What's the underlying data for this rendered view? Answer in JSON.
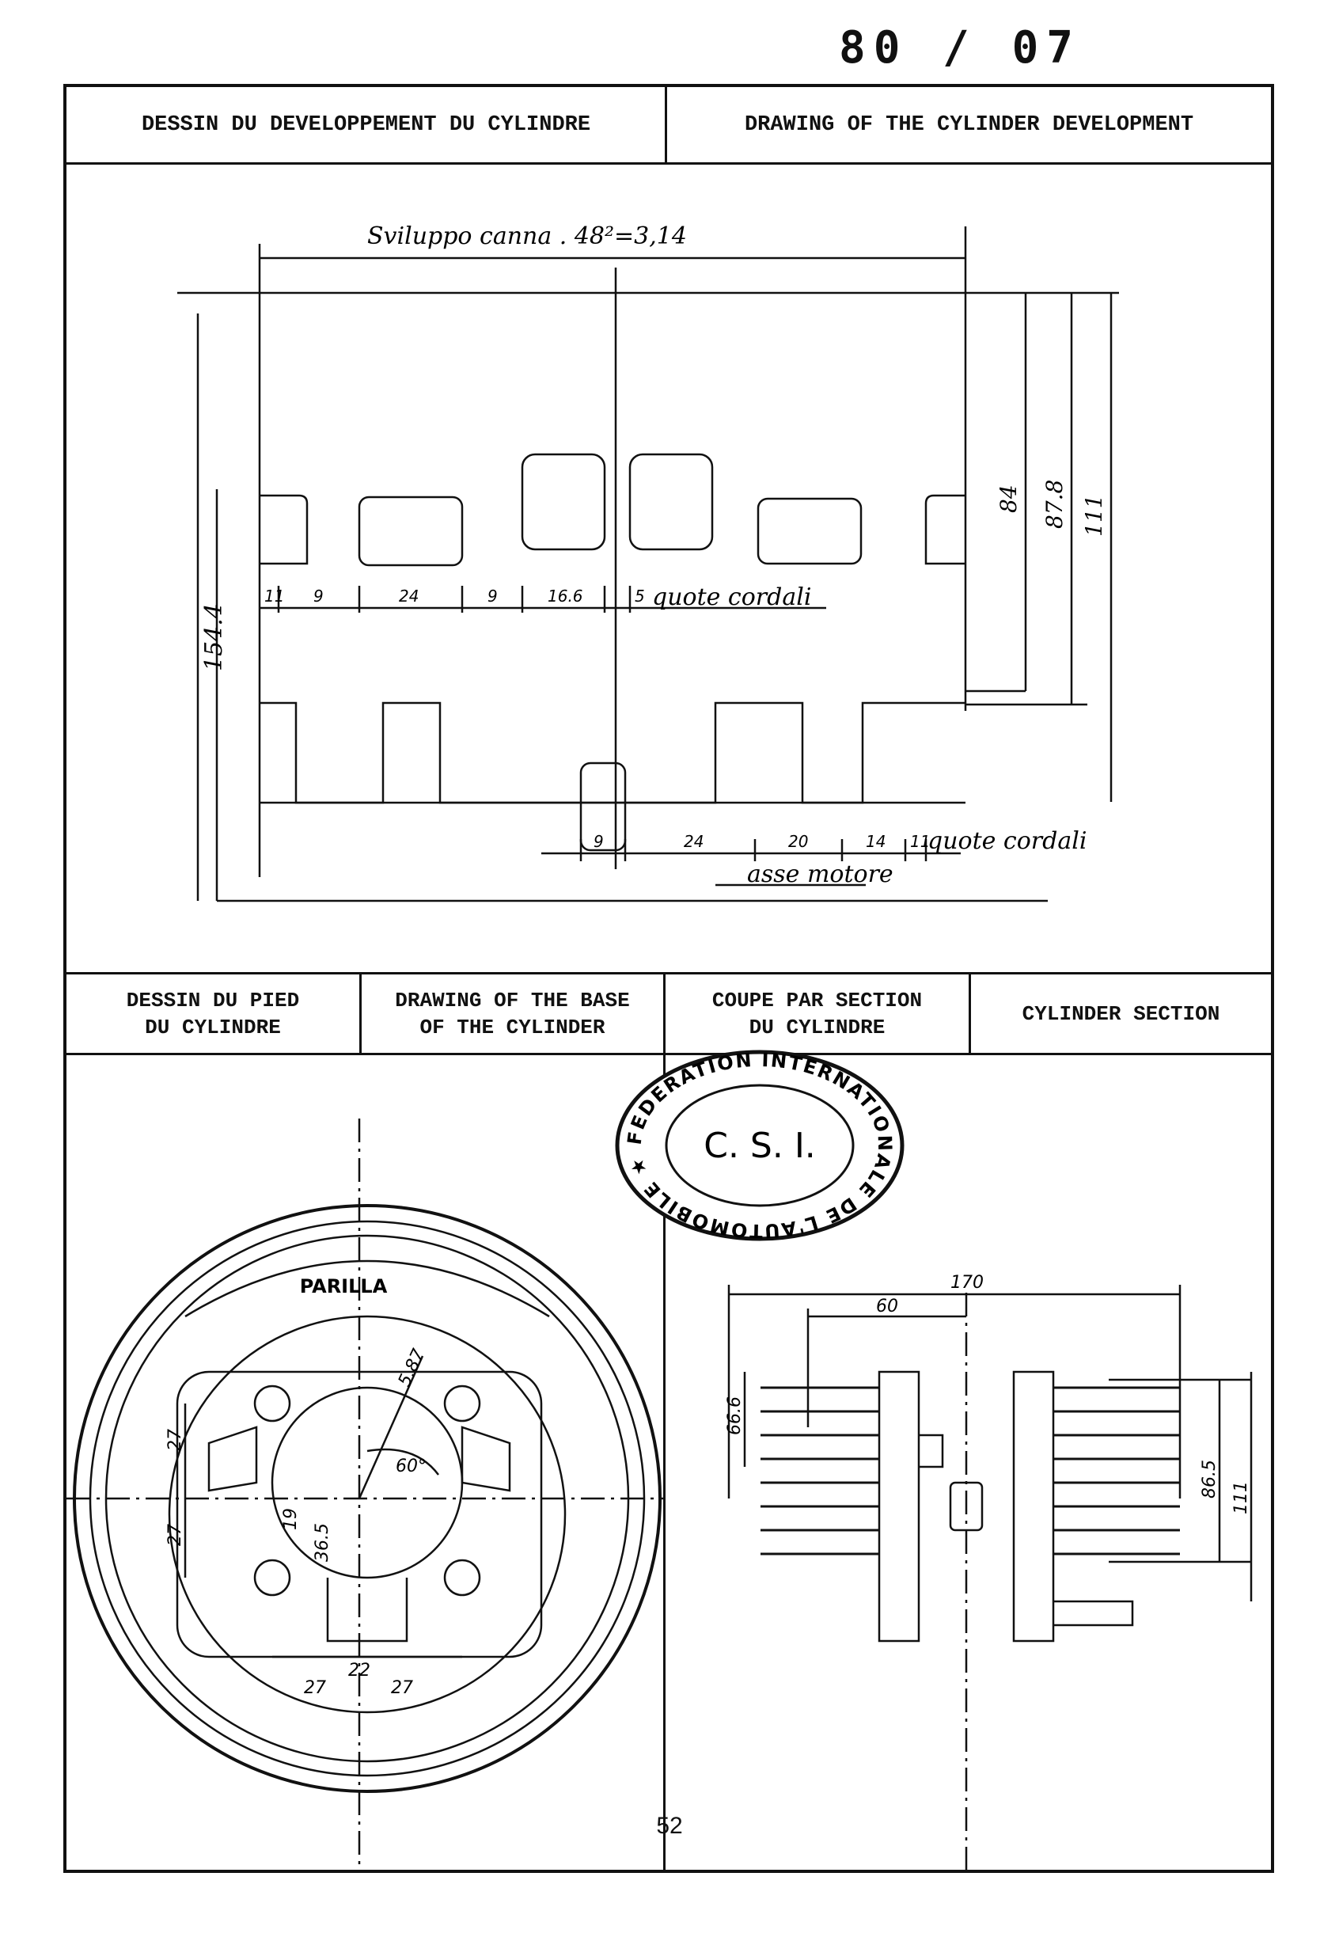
{
  "document_number": "80 / 07",
  "header_top": {
    "left": "DESSIN DU DEVELOPPEMENT DU CYLINDRE",
    "right": "DRAWING OF THE CYLINDER DEVELOPMENT"
  },
  "development_drawing": {
    "title": "Sviluppo canna . 48²=3,14",
    "height_left": "154.4",
    "dims_right": [
      "84",
      "87.8",
      "111"
    ],
    "upper_ports_dims": [
      "11",
      "9",
      "24",
      "9",
      "16.6",
      "5"
    ],
    "upper_label": "quote cordali",
    "lower_ports_dims": [
      "9",
      "24",
      "20",
      "14",
      "11"
    ],
    "lower_label": "quote cordali",
    "axis_label": "asse motore"
  },
  "header_middle": {
    "c1": "DESSIN DU PIED\nDU CYLINDRE",
    "c2": "DRAWING OF THE BASE\nOF THE CYLINDER",
    "c3": "COUPE PAR SECTION\nDU CYLINDRE",
    "c4": "CYLINDER SECTION"
  },
  "stamp": {
    "ring_text": "FEDERATION INTERNATIONALE DE L'AUTOMOBILE ★",
    "center": "C. S. I."
  },
  "base_drawing": {
    "brand": "PARILLA",
    "dims": [
      "27",
      "27",
      "19",
      "36.5",
      "22",
      "27",
      "27",
      "5.87",
      "60°"
    ]
  },
  "section_drawing": {
    "dims": [
      "170",
      "60",
      "66.6",
      "86.5",
      "111"
    ]
  },
  "page_number": "52"
}
